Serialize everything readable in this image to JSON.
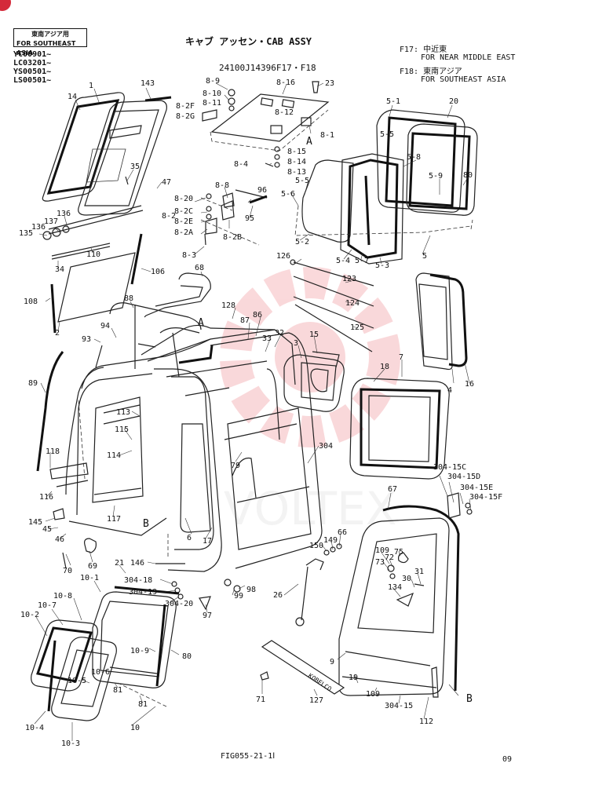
{
  "header": {
    "title": "キャブ アッセン・CAB ASSY",
    "part_number": "24100J14396F17・F18",
    "region_box": [
      "東南アジア用",
      "FOR SOUTHEAST ASIA"
    ],
    "serials": [
      "YC00901~",
      "LC03201~",
      "YS00501~",
      "LS00501~"
    ],
    "notes": [
      "F17: 中近東",
      "FOR NEAR MIDDLE EAST",
      "F18: 東南アジア",
      "FOR SOUTHEAST ASIA"
    ]
  },
  "footer": {
    "figure": "FIG055-21-1Ⅰ",
    "page": "09"
  },
  "watermark": "VOLTEX",
  "colors": {
    "ink": "#111111",
    "watermark": "#e8505a",
    "corner": "#d42a3a"
  },
  "callouts": {
    "c1": "1",
    "c14": "14",
    "c143": "143",
    "c35": "35",
    "c47": "47",
    "c137": "137",
    "c136a": "136",
    "c136b": "136",
    "c135": "135",
    "c34": "34",
    "c110": "110",
    "c106": "106",
    "c108": "108",
    "c2": "2",
    "c68": "68",
    "c88": "88",
    "c94": "94",
    "c93": "93",
    "c89": "89",
    "c8_9": "8-9",
    "c8_10": "8-10",
    "c8_11": "8-11",
    "c8_2F": "8-2F",
    "c8_2G": "8-2G",
    "c8_16": "8-16",
    "c23": "23",
    "c8_12": "8-12",
    "cA1": "A",
    "c8_1": "8-1",
    "c8_15": "8-15",
    "c8_4": "8-4",
    "c8_14": "8-14",
    "c8_13": "8-13",
    "c8_8": "8-8",
    "c96": "96",
    "c8_20": "8-20",
    "c8_2": "8-2",
    "c8_2C": "8-2C",
    "c8_2E": "8-2E",
    "c8_2A": "8-2A",
    "c95": "95",
    "c8_2B": "8-2B",
    "c8_3": "8-3",
    "c5_1": "5-1",
    "c20": "20",
    "c5_5a": "5-5",
    "c5_8": "5-8",
    "c5_9": "5-9",
    "c80a": "80",
    "c5_5b": "5-5",
    "c5_6": "5-6",
    "c5_2": "5-2",
    "c5_4": "5-4",
    "c5_7": "5-7",
    "c5_3": "5-3",
    "c5": "5",
    "c126": "126",
    "c123": "123",
    "c124": "124",
    "c125": "125",
    "c128": "128",
    "c87": "87",
    "c86": "86",
    "c33": "33",
    "c32": "32",
    "cA2": "A",
    "c3": "3",
    "c15": "15",
    "c18": "18",
    "c7": "7",
    "c4": "4",
    "c16": "16",
    "c113": "113",
    "c115": "115",
    "c114": "114",
    "c118": "118",
    "c116": "116",
    "c117": "117",
    "c145": "145",
    "c45": "45",
    "c46": "46",
    "cB1": "B",
    "c6": "6",
    "c17": "17",
    "c79": "79",
    "c304": "304",
    "c304_15C": "304-15C",
    "c304_15D": "304-15D",
    "c304_15E": "304-15E",
    "c304_15F": "304-15F",
    "c67": "67",
    "c150": "150",
    "c149": "149",
    "c66": "66",
    "c109a": "109",
    "c72": "72",
    "c75": "75",
    "c73": "73",
    "c30": "30",
    "c31": "31",
    "c134": "134",
    "c70": "70",
    "c69": "69",
    "c21": "21",
    "c146": "146",
    "c304_18": "304-18",
    "c304_19": "304-19",
    "c304_20": "304-20",
    "c99": "99",
    "c98": "98",
    "c26": "26",
    "c97": "97",
    "c10_1": "10-1",
    "c10_8": "10-8",
    "c10_7": "10-7",
    "c10_2": "10-2",
    "c10_9": "10-9",
    "c80b": "80",
    "c10_6": "10-6",
    "c10_5": "10-5",
    "c81a": "81",
    "c81b": "81",
    "c10_4": "10-4",
    "c10_3": "10-3",
    "c10": "10",
    "c9": "9",
    "c19": "19",
    "c109b": "109",
    "c304_15": "304-15",
    "c112": "112",
    "cB2": "B",
    "c127": "127",
    "c71": "71"
  },
  "decal_text": "KOBELCO"
}
